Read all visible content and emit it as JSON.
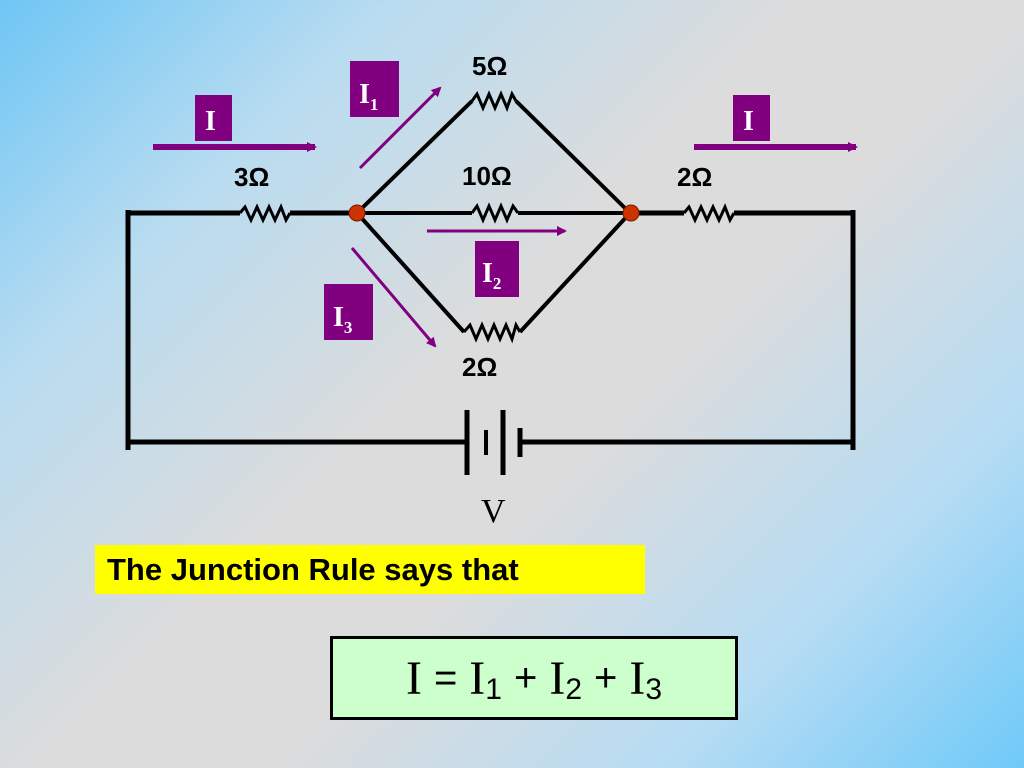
{
  "resistors": {
    "r_left": "3Ω",
    "r_top": "5Ω",
    "r_middle": "10Ω",
    "r_bottom": "2Ω",
    "r_right": "2Ω"
  },
  "currents": {
    "in_symbol": "I",
    "out_symbol": "I",
    "i1_symbol": "I",
    "i1_sub": "1",
    "i2_symbol": "I",
    "i2_sub": "2",
    "i3_symbol": "I",
    "i3_sub": "3"
  },
  "battery_label": "V",
  "statement": "The Junction Rule says that",
  "equation": {
    "lhs": "I",
    "eq_sign": "=",
    "t1_symbol": "I",
    "t1_sub": "1",
    "plus1": "+",
    "t2_symbol": "I",
    "t2_sub": "2",
    "plus2": "+",
    "t3_symbol": "I",
    "t3_sub": "3"
  },
  "colors": {
    "wire": "#000000",
    "arrow": "#800080",
    "label_bg": "#800080",
    "node": "#cc3300",
    "statement_bg": "#ffff00",
    "equation_bg": "#ccffcc"
  }
}
